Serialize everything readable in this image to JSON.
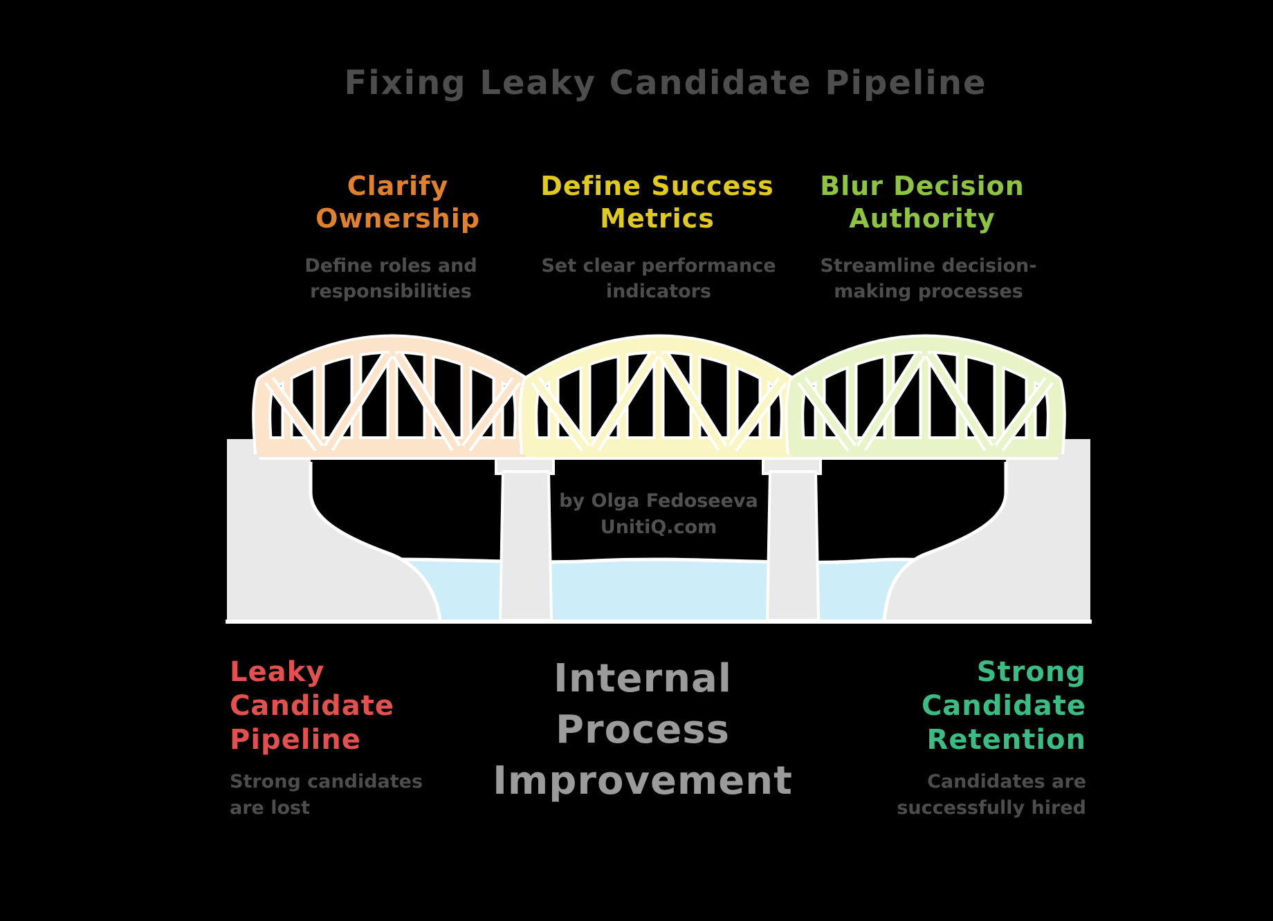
{
  "title": {
    "text": "Fixing Leaky Candidate Pipeline",
    "color": "#4d4d4d"
  },
  "steps": [
    {
      "heading_line1": "Clarify",
      "heading_line2": "Ownership",
      "heading_color": "#e0812e",
      "description_line1": "Define roles and",
      "description_line2": "responsibilities",
      "span_color": "#fce4cb"
    },
    {
      "heading_line1": "Define Success",
      "heading_line2": "Metrics",
      "heading_color": "#e2ca1c",
      "description_line1": "Set clear performance",
      "description_line2": "indicators",
      "span_color": "#faf6c4"
    },
    {
      "heading_line1": "Blur Decision",
      "heading_line2": "Authority",
      "heading_color": "#8ec440",
      "description_line1": "Streamline decision-",
      "description_line2": "making processes",
      "span_color": "#e9f3c8"
    }
  ],
  "description_color": "#4d4d4d",
  "bridge": {
    "ground_color": "#e9e9e9",
    "water_color": "#cdedf9",
    "outline_color": "#ffffff"
  },
  "attribution": {
    "line1": "by Olga Fedoseeva",
    "line2": "UnitiQ.com",
    "color": "#515151"
  },
  "labels": {
    "start": {
      "line1": "Leaky",
      "line2": "Candidate",
      "line3": "Pipeline",
      "color": "#e35050",
      "description_line1": "Strong candidates",
      "description_line2": "are lost"
    },
    "center": {
      "line1": "Internal",
      "line2": "Process",
      "line3": "Improvement",
      "color": "#9b9b9b"
    },
    "end": {
      "line1": "Strong",
      "line2": "Candidate",
      "line3": "Retention",
      "color": "#3abc85",
      "description_line1": "Candidates are",
      "description_line2": "successfully hired"
    }
  }
}
